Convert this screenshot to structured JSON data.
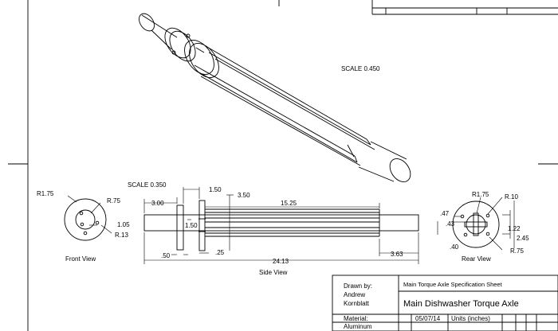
{
  "iso_view": {
    "scale_label": "SCALE 0.450"
  },
  "side_view": {
    "scale_label": "SCALE 0.350",
    "title": "Side View",
    "dims": {
      "d_300": "3.00",
      "d_150_top": "1.50",
      "d_350": "3.50",
      "d_1525": "15.25",
      "d_150_mid": "1.50",
      "d_050": ".50",
      "d_025": ".25",
      "d_2413": "24.13",
      "d_363": "3.63"
    }
  },
  "front_view": {
    "title": "Front View",
    "dims": {
      "r175": "R1.75",
      "r75": "R.75",
      "d105": "1.05",
      "r13": "R.13"
    }
  },
  "rear_view": {
    "title": "Rear View",
    "dims": {
      "r175": "R1.75",
      "r10": "R.10",
      "d47": ".47",
      "d43": ".43",
      "d122": "1.22",
      "d245": "2.45",
      "d40": ".40",
      "r75": "R.75"
    }
  },
  "title_block": {
    "drawn_by_label": "Drawn by:",
    "drawn_by_name_1": "Andrew",
    "drawn_by_name_2": "Kornblatt",
    "sheet_title": "Main Torque Axle Specification Sheet",
    "part_name": "Main Dishwasher Torque Axle",
    "material_label": "Material:",
    "material_value": "Aluminum",
    "date": "05/07/14",
    "units": "Units (inches)"
  }
}
